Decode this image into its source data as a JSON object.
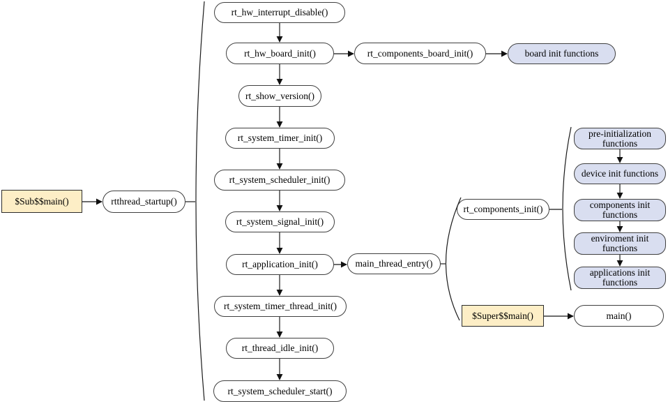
{
  "nodes": {
    "sub_main": "$Sub$$main()",
    "rtthread_startup": "rtthread_startup()",
    "hw_interrupt_disable": "rt_hw_interrupt_disable()",
    "hw_board_init": "rt_hw_board_init()",
    "components_board_init": "rt_components_board_init()",
    "board_init_functions": "board init functions",
    "show_version": "rt_show_version()",
    "system_timer_init": "rt_system_timer_init()",
    "system_scheduler_init": "rt_system_scheduler_init()",
    "system_signal_init": "rt_system_signal_init()",
    "application_init": "rt_application_init()",
    "main_thread_entry": "main_thread_entry()",
    "components_init": "rt_components_init()",
    "pre_init_functions": "pre-initialization functions",
    "device_init_functions": "device init functions",
    "components_init_functions": "components init functions",
    "environment_init_functions": "enviroment init functions",
    "applications_init_functions": "applications init functions",
    "system_timer_thread_init": "rt_system_timer_thread_init()",
    "thread_idle_init": "rt_thread_idle_init()",
    "system_scheduler_start": "rt_system_scheduler_start()",
    "super_main": "$Super$$main()",
    "main_fn": "main()"
  },
  "colors": {
    "node_fill": "#ffffff",
    "group_fill": "#d9def0",
    "entry_fill": "#fdeec6",
    "border": "#3f3f3f",
    "arrow": "#3c3c3c"
  }
}
